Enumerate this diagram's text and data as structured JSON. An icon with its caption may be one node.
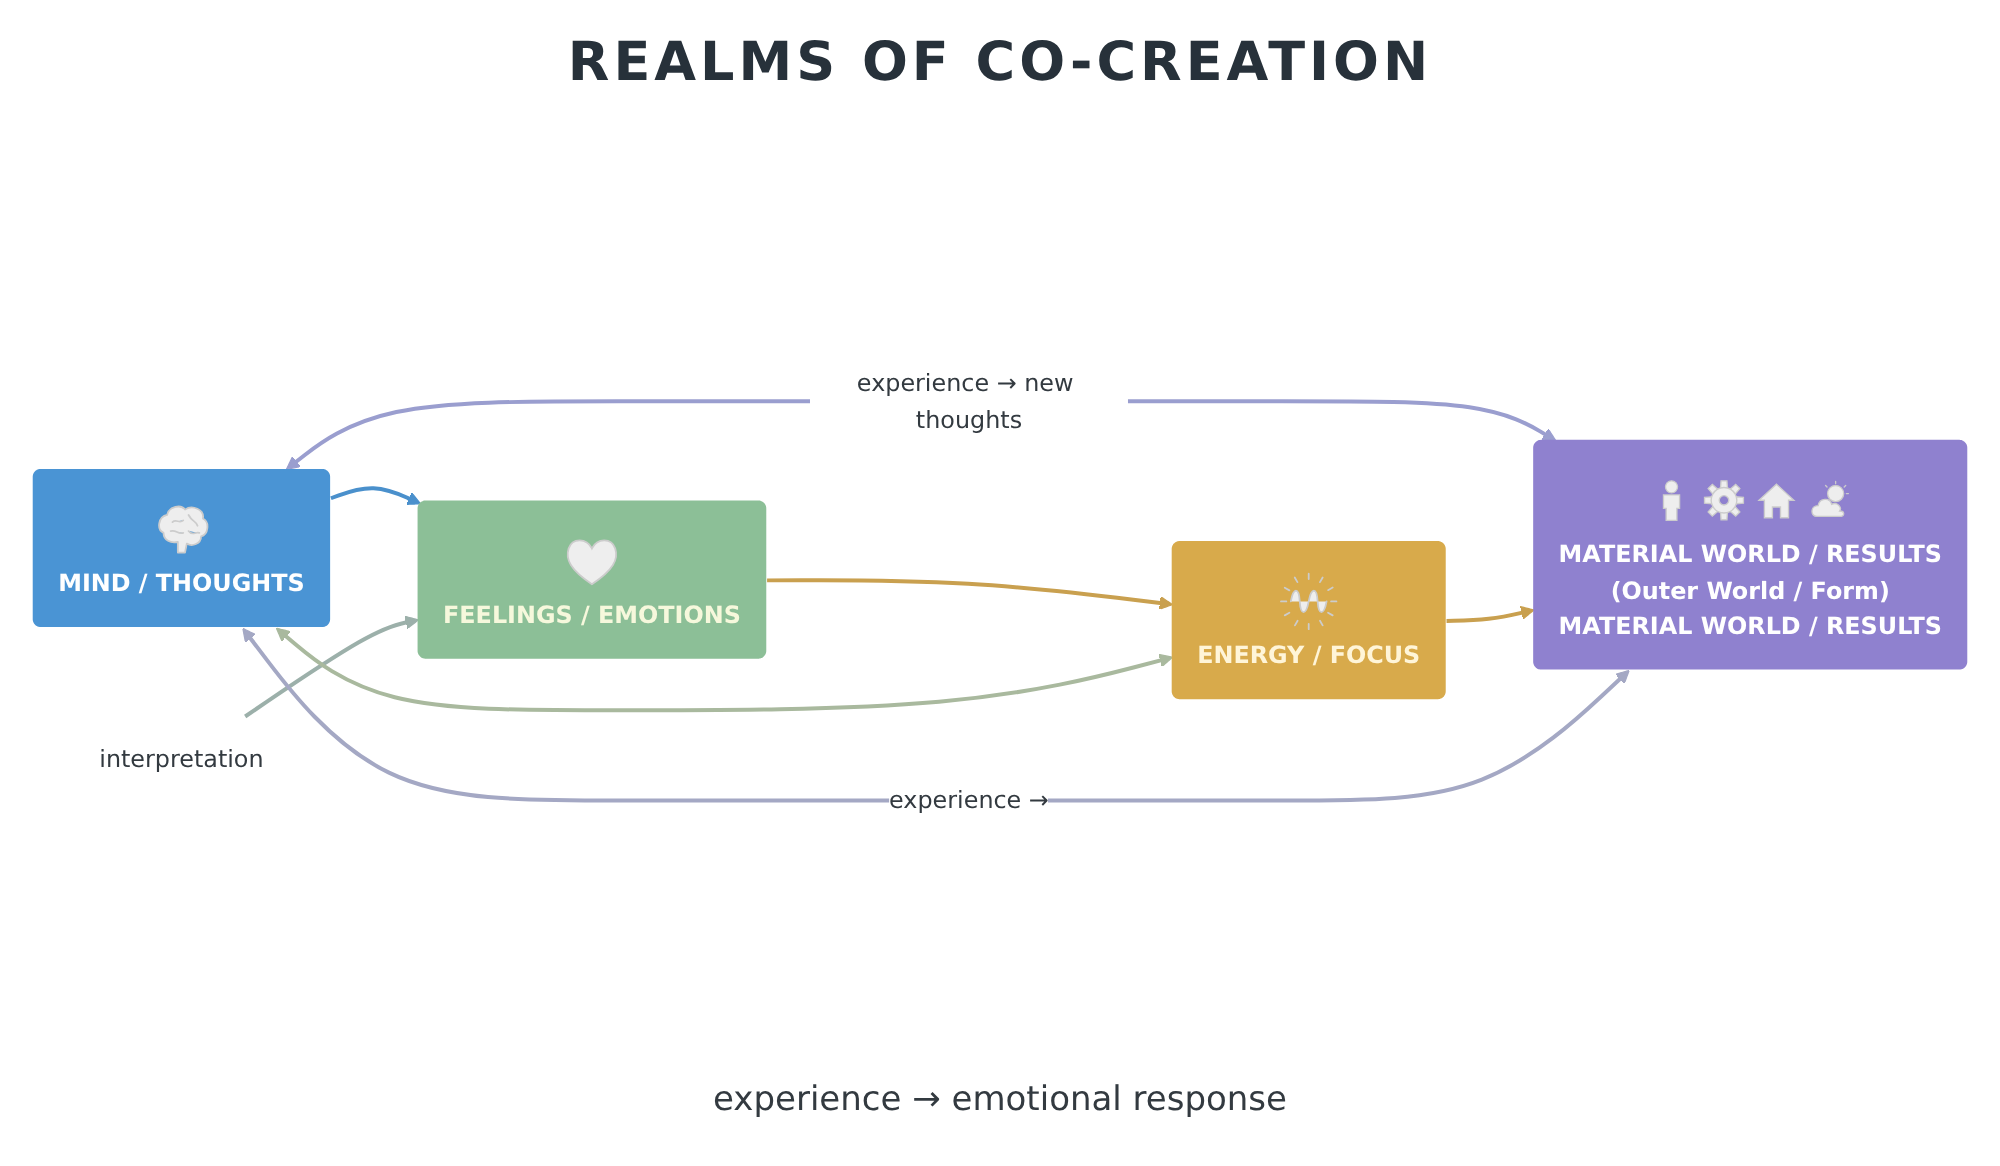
{
  "diagram": {
    "title": "REALMS OF CO-CREATION",
    "nodes": [
      {
        "text": [
          "MIND / THOUGHTS"
        ]
      },
      {
        "text": [
          "FEELINGS / EMOTIONS"
        ]
      },
      {
        "text": [
          "ENERGY / FOCUS"
        ]
      },
      {
        "text": [
          "MATERIAL WORLD / RESULTS",
          "(Outer World / Form)",
          "MATERIAL WORLD / RESULTS"
        ]
      },
      {
        "text": [
          "interpretation"
        ]
      }
    ],
    "edges": [
      {
        "from": 0,
        "to": 3,
        "arrow": "both",
        "label": "experience → new thoughts",
        "color": "#9a9ecf"
      },
      {
        "from": 0,
        "to": 1,
        "arrow": "to",
        "color": "#4a90cc"
      },
      {
        "from": 1,
        "to": 2,
        "arrow": "to"
      },
      {
        "from": 2,
        "to": 3,
        "arrow": "to"
      },
      {
        "from": 4,
        "to": 1,
        "arrow": "to",
        "color": "#9cb0aa"
      },
      {
        "from": 0,
        "to": 2,
        "arrow": "both",
        "color": "#a9b99e"
      },
      {
        "from": 0,
        "to": 3,
        "arrow": "both",
        "label": "experience →",
        "color": "#a4a8c4"
      }
    ],
    "labels": [
      "experience → emotional response"
    ]
  }
}
